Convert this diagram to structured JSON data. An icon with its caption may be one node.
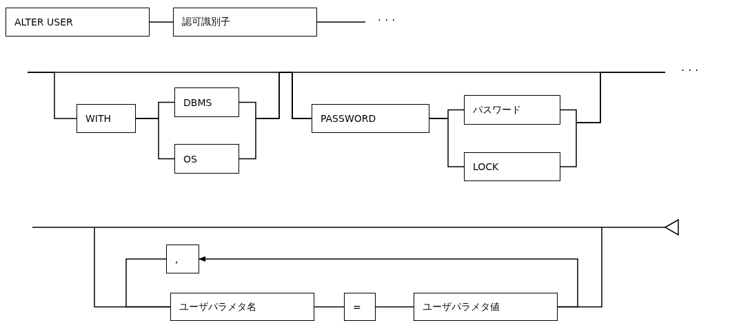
{
  "diagram": {
    "nodes": [
      {
        "text": [
          "ALTER USER"
        ]
      },
      {
        "text": [
          "認可識別子"
        ]
      },
      {
        "text": [
          "WITH"
        ]
      },
      {
        "text": [
          "DBMS"
        ]
      },
      {
        "text": [
          "OS"
        ]
      },
      {
        "text": [
          "PASSWORD"
        ]
      },
      {
        "text": [
          "パスワード"
        ]
      },
      {
        "text": [
          "LOCK"
        ]
      },
      {
        "text": [
          ","
        ]
      },
      {
        "text": [
          "ユーザパラメタ名"
        ]
      },
      {
        "text": [
          "="
        ]
      },
      {
        "text": [
          "ユーザパラメタ値"
        ]
      }
    ],
    "edges": [
      {
        "from": 0,
        "to": 1,
        "arrow": "none"
      },
      {
        "from": 1,
        "to": null,
        "arrow": "none"
      },
      {
        "from": null,
        "to": 2,
        "arrow": "none"
      },
      {
        "from": 2,
        "to": 3,
        "arrow": "none"
      },
      {
        "from": 2,
        "to": 4,
        "arrow": "none"
      },
      {
        "from": 3,
        "to": 5,
        "arrow": "none"
      },
      {
        "from": 4,
        "to": 5,
        "arrow": "none"
      },
      {
        "from": null,
        "to": 5,
        "arrow": "none"
      },
      {
        "from": 5,
        "to": 6,
        "arrow": "none"
      },
      {
        "from": 5,
        "to": 7,
        "arrow": "none"
      },
      {
        "from": 6,
        "to": null,
        "arrow": "none"
      },
      {
        "from": 7,
        "to": null,
        "arrow": "none"
      },
      {
        "from": null,
        "to": 9,
        "arrow": "none"
      },
      {
        "from": 9,
        "to": 10,
        "arrow": "none"
      },
      {
        "from": 10,
        "to": 11,
        "arrow": "none"
      },
      {
        "from": 11,
        "to": 8,
        "arrow": "to"
      },
      {
        "from": 8,
        "to": 9,
        "arrow": "none"
      },
      {
        "from": 11,
        "to": null,
        "arrow": "other"
      }
    ],
    "labels": [
      "· · ·",
      "· · ·"
    ]
  }
}
